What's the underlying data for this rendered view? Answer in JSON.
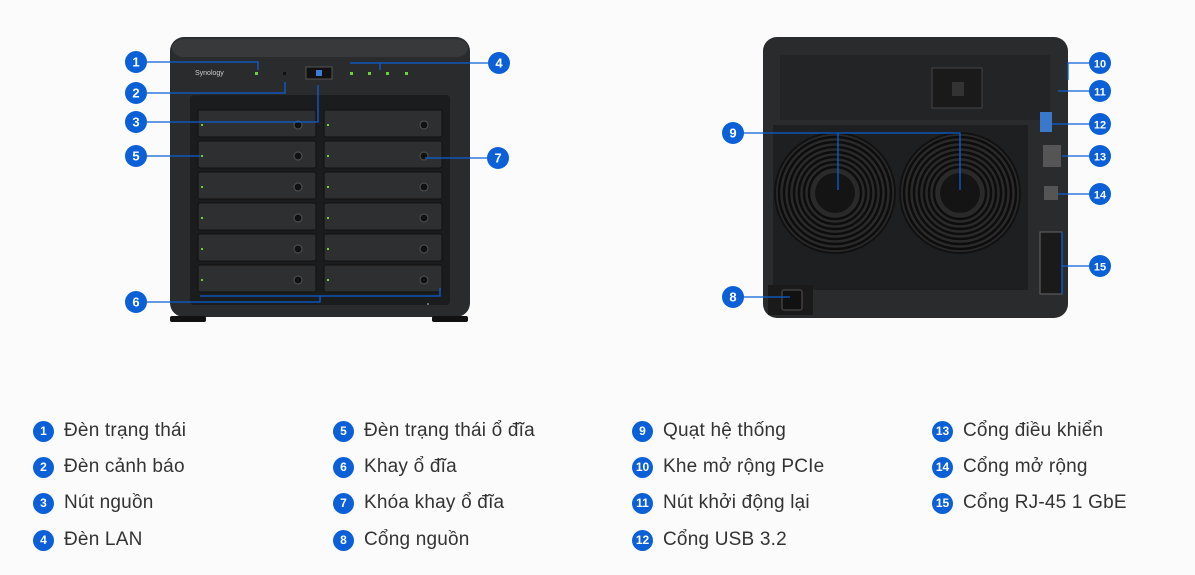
{
  "front_device": {
    "brand_logo": "Synology",
    "callouts": [
      "1",
      "2",
      "3",
      "4",
      "5",
      "6",
      "7"
    ]
  },
  "rear_device": {
    "callouts": [
      "8",
      "9",
      "10",
      "11",
      "12",
      "13",
      "14",
      "15"
    ]
  },
  "legend": [
    {
      "num": "1",
      "label": "Đèn trạng thái"
    },
    {
      "num": "2",
      "label": "Đèn cảnh báo"
    },
    {
      "num": "3",
      "label": "Nút nguồn"
    },
    {
      "num": "4",
      "label": "Đèn LAN"
    },
    {
      "num": "5",
      "label": "Đèn trạng thái ổ đĩa"
    },
    {
      "num": "6",
      "label": "Khay ổ đĩa"
    },
    {
      "num": "7",
      "label": "Khóa khay ổ đĩa"
    },
    {
      "num": "8",
      "label": "Cổng nguồn"
    },
    {
      "num": "9",
      "label": "Quạt hệ thống"
    },
    {
      "num": "10",
      "label": "Khe mở rộng PCIe"
    },
    {
      "num": "11",
      "label": "Nút khởi động lại"
    },
    {
      "num": "12",
      "label": "Cổng USB 3.2"
    },
    {
      "num": "13",
      "label": "Cổng điều khiển"
    },
    {
      "num": "14",
      "label": "Cổng mở rộng"
    },
    {
      "num": "15",
      "label": "Cổng RJ-45 1 GbE"
    }
  ],
  "colors": {
    "callout": "#0b5fd7",
    "device": "#2a2b2d",
    "led": "#6fd13a"
  }
}
